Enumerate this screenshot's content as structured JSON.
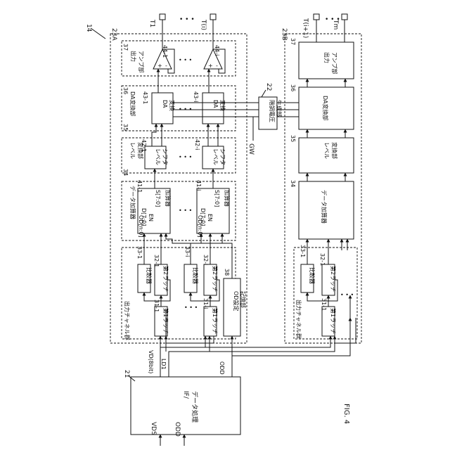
{
  "figure": {
    "fig_label": "FIG. 4",
    "ref_14": "14",
    "ref_21": "21",
    "ref_22": "22",
    "ref_23a": "23A",
    "ref_23b": "23B",
    "ref_31_1": "31-1",
    "ref_31_i": "31-i",
    "ref_32_1": "32-1",
    "ref_32_i": "32-i",
    "ref_33_1": "33-1",
    "ref_33_i": "33-i",
    "ref_34": "34",
    "ref_35": "35",
    "ref_36": "36",
    "ref_37": "37",
    "ref_38": "38",
    "ref_41_1": "41-1",
    "ref_41_i": "41-i",
    "ref_42_1": "42-1",
    "ref_42_i": "42-i",
    "ref_43_1": "43-1",
    "ref_43_i": "43-i",
    "ref_44_1": "44-1",
    "ref_44_i": "44-i",
    "ref_b_34": "34",
    "ref_b_35": "35",
    "ref_b_36": "36",
    "ref_b_37": "37",
    "ref_b_33_1": "33-1",
    "ref_b_32_1": "32-1",
    "ref_b_31_1": "31-1"
  },
  "signals": {
    "vds": "VDS",
    "odd_in": "ODD",
    "vd": "VD(8bit)",
    "ld1": "LD1",
    "odd_bus": "ODD",
    "gw": "GW",
    "t1": "T1",
    "ti": "T(i)",
    "ti1": "T(i+1)",
    "tm": "Tm",
    "plus": "+",
    "minus": "-",
    "ellipsis": "• • •"
  },
  "blocks": {
    "if_proc": "IF/\nデータ処理",
    "gray_gen": "階調電圧\n生成部",
    "group_out_ch": "出力チャネル群",
    "group_adder": "データ加算器",
    "group_level": "レベル\n変換部",
    "group_da": "DA変換部",
    "group_amp": "出力\nアンプ部",
    "latch1": "第1ラッチ",
    "latch2": "第2ラッチ",
    "comparator": "比較器",
    "od_mem": "OD設定\n記憶部",
    "adder": "加算器",
    "en": "EN",
    "s_port": "S[7:0]",
    "d_port": "D[7:0]",
    "od_port": "OD[n:0]",
    "shifter": "レベル\nシフタ",
    "da": "DA\n変換",
    "b_amp": "出力\nアンプ部",
    "b_da": "DA変換部",
    "b_level": "レベル\n変換部",
    "b_adder": "データ加算器",
    "b_comp": "比較器",
    "b_latch2": "第2ラッチ",
    "b_latch1": "第1ラッチ",
    "b_group": "出力チャネル群"
  }
}
